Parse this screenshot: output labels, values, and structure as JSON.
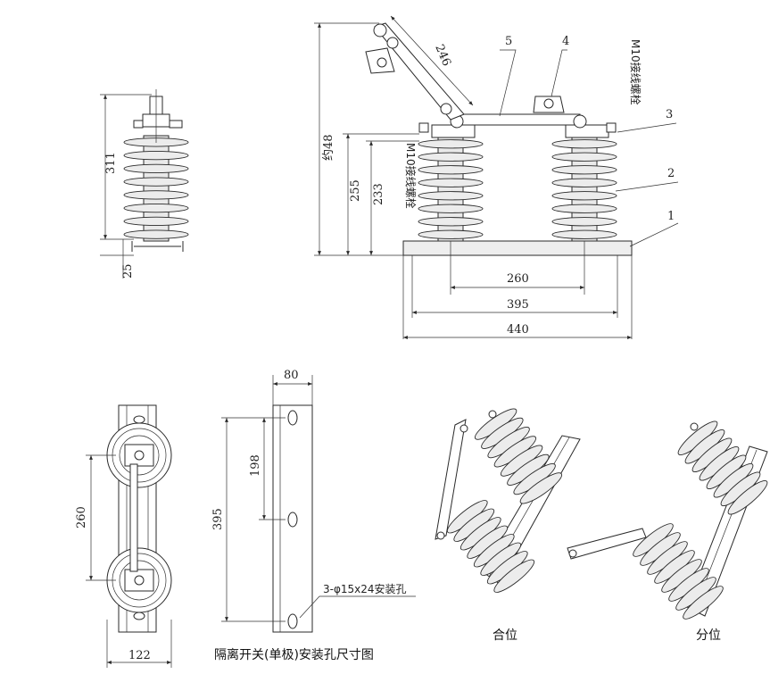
{
  "front_view": {
    "dim_total_height": "约48",
    "dim_height_255": "255",
    "dim_height_233": "233",
    "dim_arm_246": "246",
    "dim_spacing_260": "260",
    "dim_spacing_395": "395",
    "dim_base_440": "440",
    "bolt_label_left": "M10接线螺栓",
    "bolt_label_right": "M10接线螺栓",
    "part_labels": [
      "1",
      "2",
      "3",
      "4",
      "5"
    ]
  },
  "side_view": {
    "dim_height_311": "311",
    "dim_base_25": "25"
  },
  "top_view": {
    "dim_spacing_260": "260",
    "dim_width_122": "122"
  },
  "mounting_view": {
    "dim_width_80": "80",
    "dim_spacing_198": "198",
    "dim_spacing_395": "395",
    "hole_label": "3-φ15x24安装孔",
    "caption": "隔离开关(单极)安装孔尺寸图"
  },
  "perspective_views": {
    "closed_label": "合位",
    "open_label": "分位"
  }
}
